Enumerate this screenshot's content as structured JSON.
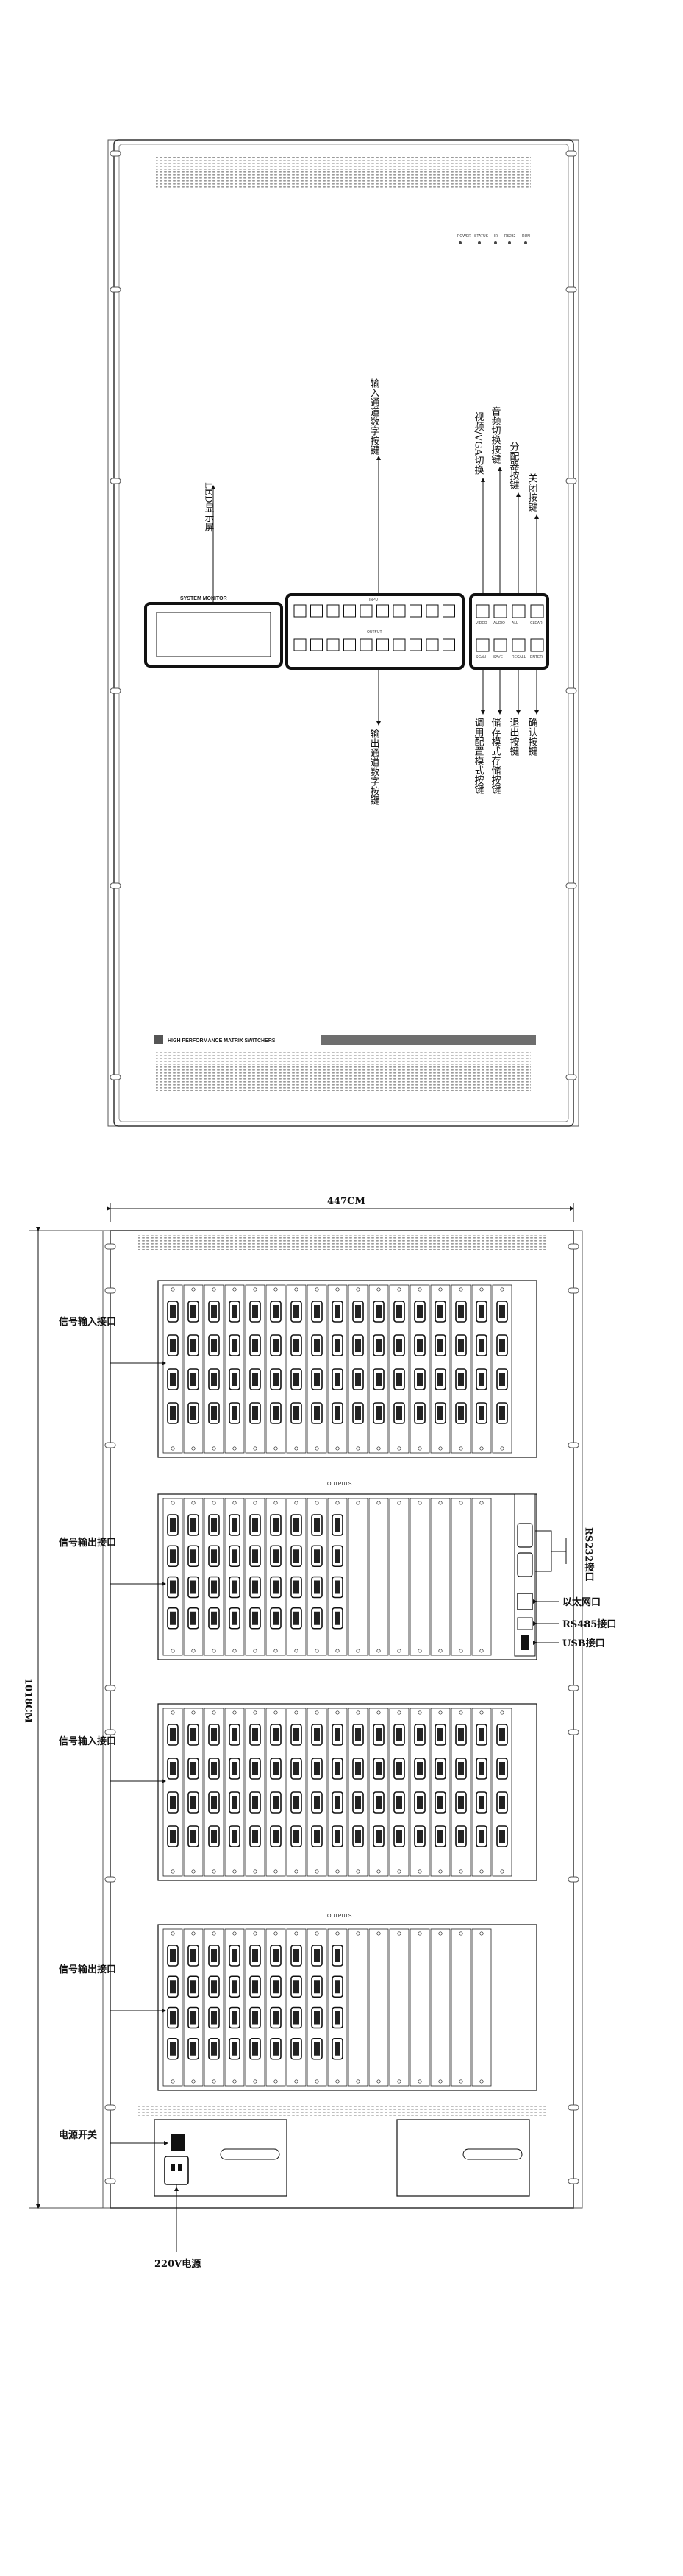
{
  "front_panel": {
    "system_monitor_label": "SYSTEM MONITOR",
    "input_label": "INPUT",
    "output_label": "OUTPUT",
    "brand_label": "HIGH PERFORMANCE MATRIX SWITCHERS",
    "indicator_labels": [
      "POWER",
      "STATUS",
      "IR",
      "RS232",
      "RUN"
    ],
    "function_key_labels_top": [
      "VIDEO",
      "AUDIO",
      "ALL",
      "CLEAR"
    ],
    "function_key_labels_bottom": [
      "SCAN",
      "SAVE",
      "RECALL",
      "ENTER"
    ],
    "callouts": {
      "led_display": "LED显示屏",
      "input_keys": "输入通道数字按键",
      "output_keys": "输出通道数字按键",
      "video_vga_switch": "视频/VGA切换",
      "audio_switch": "音频切换按键",
      "distribute_key": "分配器按键",
      "close_key": "关闭按键",
      "config_key": "调用配置模式按键",
      "save_key": "储存模式存储按键",
      "back_key": "退出按键",
      "confirm_key": "确认按键"
    }
  },
  "rear_panel": {
    "width_dimension": "447CM",
    "height_dimension": "1018CM",
    "outputs_label": "OUTPUTS",
    "callouts": {
      "signal_input_1": "信号输入接口",
      "signal_output_1": "信号输出接口",
      "signal_input_2": "信号输入接口",
      "signal_output_2": "信号输出接口",
      "power_switch": "电源开关",
      "power_supply": "220V电源",
      "rs232": "RS232接口",
      "ethernet": "以太网口",
      "rs485": "RS485接口",
      "usb": "USB接口"
    }
  }
}
